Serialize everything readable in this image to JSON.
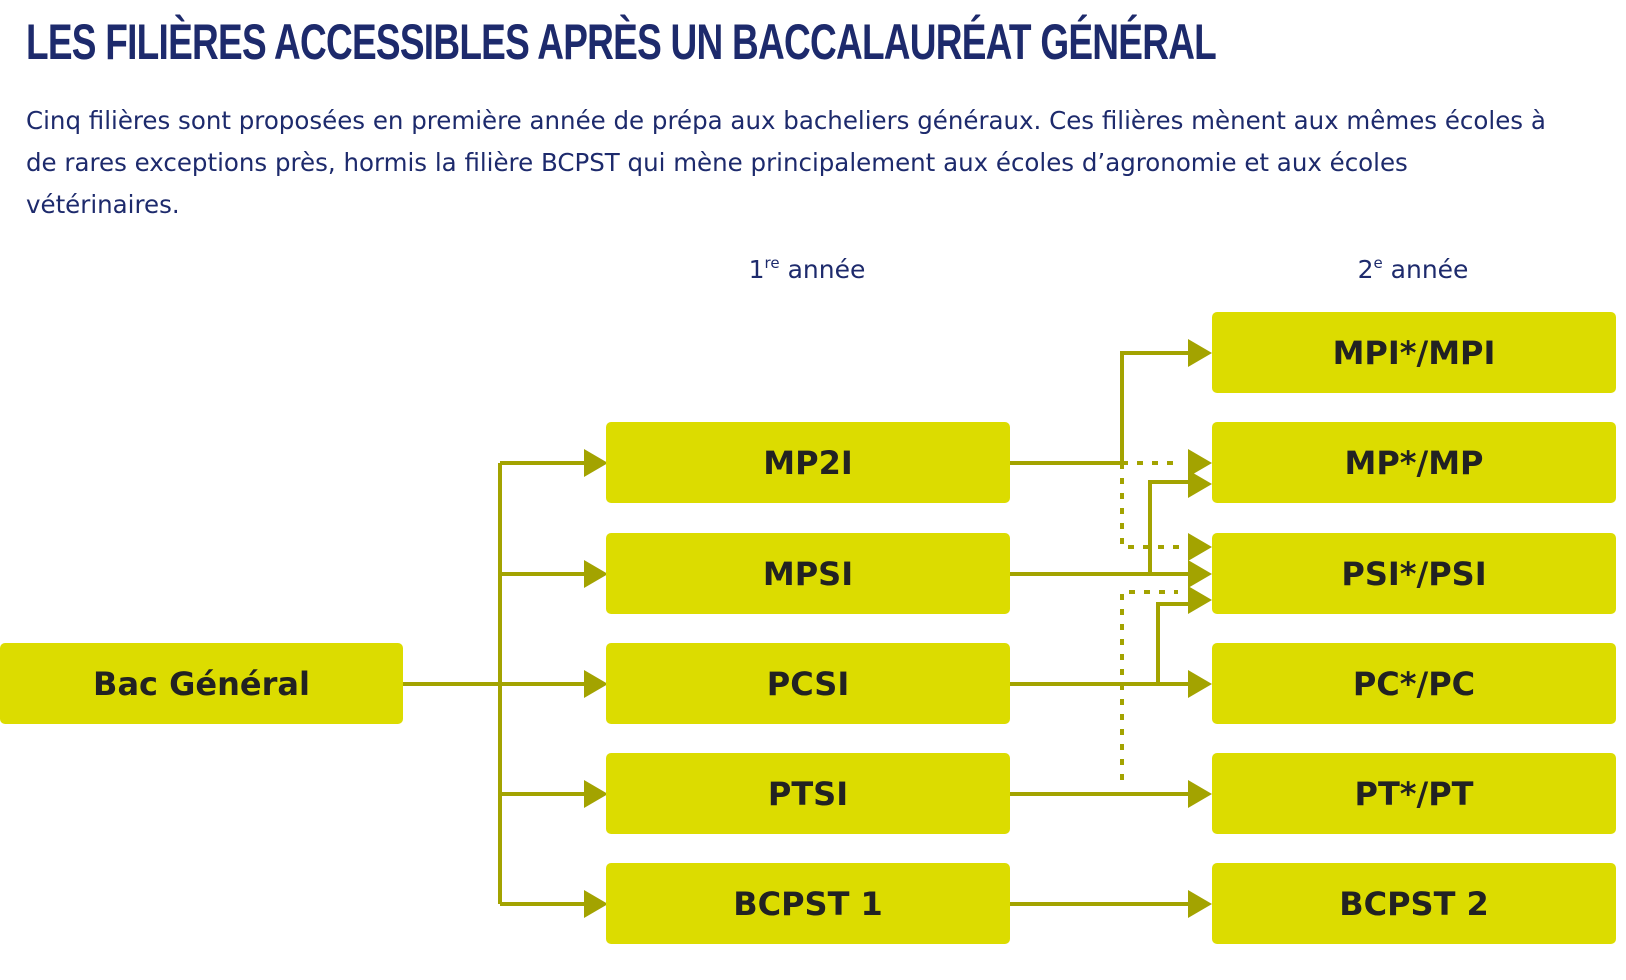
{
  "title": "LES FILIÈRES ACCESSIBLES APRÈS UN BACCALAURÉAT GÉNÉRAL",
  "intro": "Cinq filières sont proposées en première année de prépa aux bacheliers généraux. Ces filières mènent aux mêmes écoles à de rares exceptions près, hormis la filière BCPST qui mène principalement aux écoles d’agronomie et aux écoles vétérinaires.",
  "columns": {
    "first_num": "1",
    "first_sup": "re",
    "first_text": " année",
    "second_num": "2",
    "second_sup": "e",
    "second_text": " année"
  },
  "nodes": {
    "bac": "Bac Général",
    "first_year": [
      "MP2I",
      "MPSI",
      "PCSI",
      "PTSI",
      "BCPST 1"
    ],
    "second_year": [
      "MPI*/MPI",
      "MP*/MP",
      "PSI*/PSI",
      "PC*/PC",
      "PT*/PT",
      "BCPST 2"
    ]
  },
  "edges": [
    {
      "from": "Bac Général",
      "to": "MP2I",
      "style": "solid"
    },
    {
      "from": "Bac Général",
      "to": "MPSI",
      "style": "solid"
    },
    {
      "from": "Bac Général",
      "to": "PCSI",
      "style": "solid"
    },
    {
      "from": "Bac Général",
      "to": "PTSI",
      "style": "solid"
    },
    {
      "from": "Bac Général",
      "to": "BCPST 1",
      "style": "solid"
    },
    {
      "from": "MP2I",
      "to": "MPI*/MPI",
      "style": "solid"
    },
    {
      "from": "MP2I",
      "to": "MP*/MP",
      "style": "dotted"
    },
    {
      "from": "MP2I",
      "to": "PSI*/PSI",
      "style": "dotted"
    },
    {
      "from": "MPSI",
      "to": "MP*/MP",
      "style": "solid"
    },
    {
      "from": "MPSI",
      "to": "PSI*/PSI",
      "style": "solid"
    },
    {
      "from": "PCSI",
      "to": "PC*/PC",
      "style": "solid"
    },
    {
      "from": "PCSI",
      "to": "PSI*/PSI",
      "style": "solid"
    },
    {
      "from": "PTSI",
      "to": "PT*/PT",
      "style": "solid"
    },
    {
      "from": "PTSI",
      "to": "PSI*/PSI",
      "style": "dotted"
    },
    {
      "from": "BCPST 1",
      "to": "BCPST 2",
      "style": "solid"
    }
  ],
  "colors": {
    "title": "#1d2a6c",
    "box_fill": "#dcdc00",
    "box_text": "#222222",
    "connector": "#a3a300"
  }
}
